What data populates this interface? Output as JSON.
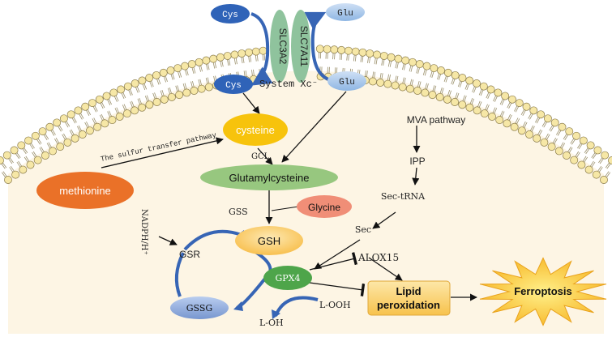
{
  "labels": {
    "cys_out": "Cys",
    "cys_in": "Cys",
    "glu_out": "Glu",
    "glu_in": "Glu",
    "slc3a2": "SLC3A2",
    "slc7a11": "SLC7A11",
    "system_xc": "System Xc⁻",
    "cysteine": "cysteine",
    "methionine": "methionine",
    "sulfur_pathway": "The sulfur transfer pathway",
    "gcl": "GCL",
    "glutamylcysteine": "Glutamylcysteine",
    "glycine": "Glycine",
    "gss": "GSS",
    "gsh": "GSH",
    "nadph": "NADPH/H⁺",
    "gsr": "GSR",
    "gssg": "GSSG",
    "gpx4": "GPX4",
    "lipid_line1": "Lipid",
    "lipid_line2": "peroxidation",
    "ferroptosis": "Ferroptosis",
    "alox15": "ALOX15",
    "mva": "MVA pathway",
    "ipp": "IPP",
    "sec_trna": "Sec-tRNA",
    "sec": "Sec",
    "looh": "L-OOH",
    "loh": "L-OH"
  },
  "colors": {
    "cell_interior": "#fdf5e4",
    "lipid_head": "#f6e7a6",
    "cys": "#2f63b8",
    "glu": "#8eb6e3",
    "transporter": "#8fc39d",
    "cysteine": "#f7c30c",
    "methionine": "#ea7128",
    "glutamylcysteine": "#97c77f",
    "glycine": "#f08e77",
    "gsh": "#fbd06f",
    "gssg": "#8eabdc",
    "gpx4": "#4ea54a",
    "lipid_box": "#fbd67a",
    "ferroptosis": "#fbc53a",
    "arrow_blue": "#3765b5"
  }
}
